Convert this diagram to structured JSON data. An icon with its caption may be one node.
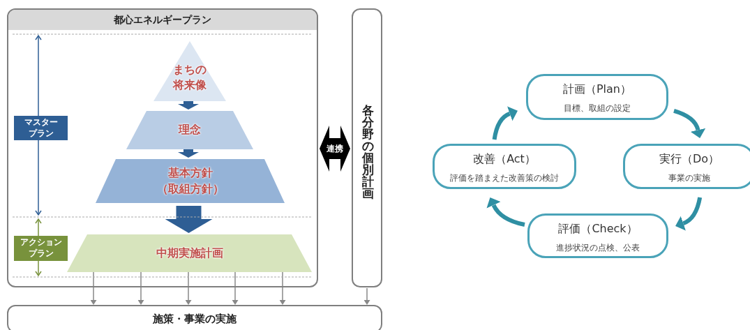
{
  "diagram": {
    "nodes": [
      {
        "text": [
          "都心エネルギープラン"
        ]
      },
      {
        "text": [
          "まちの将来像"
        ],
        "in": 0
      },
      {
        "text": [
          "理念"
        ],
        "in": 0
      },
      {
        "text": [
          "基本方針（取組方針）"
        ],
        "in": 0
      },
      {
        "text": [
          "中期実施計画"
        ],
        "in": 0
      },
      {
        "text": [
          "マスタープラン"
        ],
        "in": 0
      },
      {
        "text": [
          "アクションプラン"
        ],
        "in": 0
      },
      {
        "text": [
          "各分野の個別計画"
        ]
      },
      {
        "text": [
          "施策・事業の実施"
        ]
      },
      {
        "text": [
          "計画（Plan）",
          "目標、取組の設定"
        ]
      },
      {
        "text": [
          "実行（Do）",
          "事業の実施"
        ]
      },
      {
        "text": [
          "評価（Check）",
          "進捗状況の点検、公表"
        ]
      },
      {
        "text": [
          "改善（Act）",
          "評価を踏まえた改善策の検討"
        ]
      }
    ],
    "edges": [
      {
        "from": 1,
        "to": 2,
        "arrow": "to",
        "style": "thick"
      },
      {
        "from": 2,
        "to": 3,
        "arrow": "to",
        "style": "thick"
      },
      {
        "from": 3,
        "to": 4,
        "arrow": "to",
        "style": "thick"
      },
      {
        "from": 4,
        "to": 8,
        "arrow": "to"
      },
      {
        "from": 4,
        "to": 8,
        "arrow": "to"
      },
      {
        "from": 4,
        "to": 8,
        "arrow": "to"
      },
      {
        "from": 4,
        "to": 8,
        "arrow": "to"
      },
      {
        "from": 4,
        "to": 8,
        "arrow": "to"
      },
      {
        "from": 7,
        "to": 8,
        "arrow": "to"
      },
      {
        "from": 0,
        "to": 7,
        "arrow": "both",
        "label": "連携",
        "style": "thick",
        "color": "#000000"
      },
      {
        "from": 9,
        "to": 10,
        "arrow": "to",
        "color": "#2f8fa3"
      },
      {
        "from": 10,
        "to": 11,
        "arrow": "to",
        "color": "#2f8fa3"
      },
      {
        "from": 11,
        "to": 12,
        "arrow": "to",
        "color": "#2f8fa3"
      },
      {
        "from": 12,
        "to": 9,
        "arrow": "to",
        "color": "#2f8fa3"
      }
    ]
  }
}
